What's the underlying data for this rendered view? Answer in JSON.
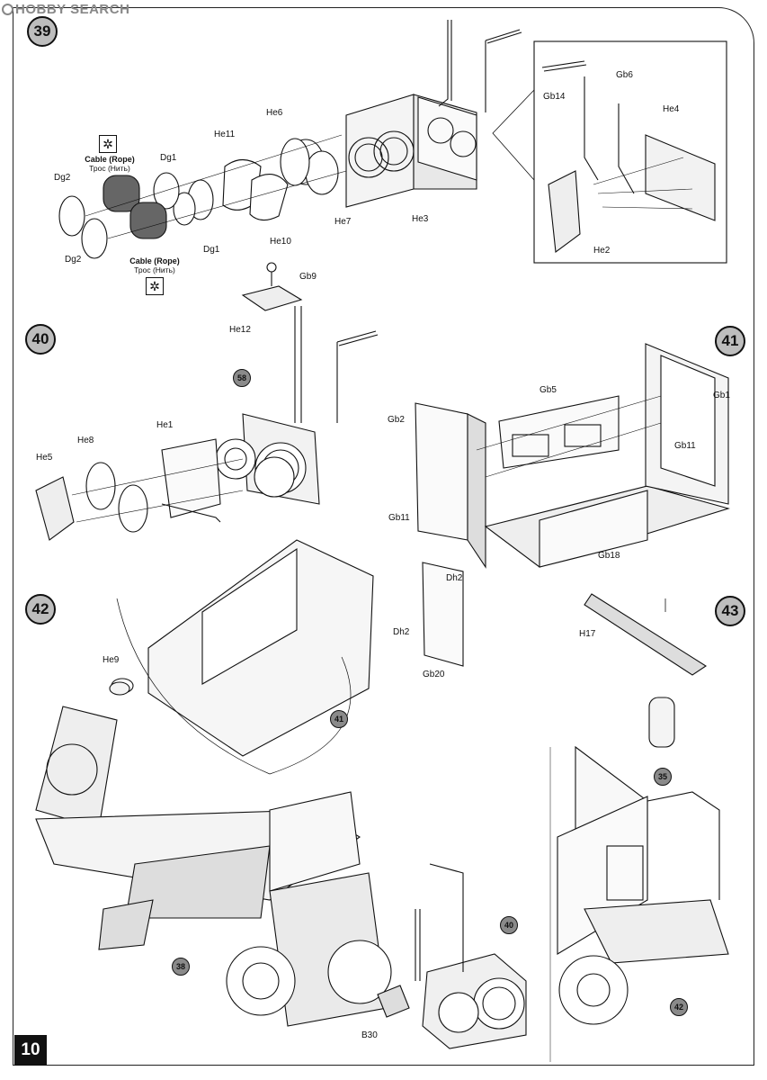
{
  "watermark": {
    "text": "HOBBY SEARCH"
  },
  "page_number": "10",
  "steps": [
    {
      "id": "39",
      "label": "39"
    },
    {
      "id": "40",
      "label": "40"
    },
    {
      "id": "41",
      "label": "41"
    },
    {
      "id": "42",
      "label": "42"
    },
    {
      "id": "43",
      "label": "43"
    }
  ],
  "cable_note": {
    "title": "Cable (Rope)",
    "subtitle": "Трос (Нить)",
    "icon": "snowflake-icon"
  },
  "parts": {
    "step39": [
      "Dg2",
      "Dg2",
      "Dg1",
      "Dg1",
      "He11",
      "He10",
      "He6",
      "He7",
      "He3",
      "Gb14",
      "Gb6",
      "He4",
      "He2"
    ],
    "step40": [
      "Gb9",
      "He12",
      "He1",
      "He8",
      "He5"
    ],
    "step41": [
      "Gb5",
      "Gb1",
      "Gb2",
      "Gb11",
      "Gb11",
      "Gb18",
      "Dh2",
      "Dh2",
      "Gb20"
    ],
    "step42": [
      "He9",
      "B30"
    ],
    "step43": [
      "H17"
    ]
  },
  "reference_badges": [
    "58",
    "41",
    "38",
    "40",
    "35",
    "42"
  ]
}
